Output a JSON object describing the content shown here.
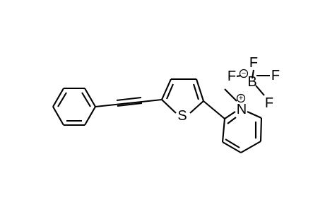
{
  "molecule": {
    "atoms": {
      "sulfur": "S",
      "nitrogen": "N",
      "boron": "B",
      "fluorine_1": "F",
      "fluorine_2": "F",
      "fluorine_3": "F",
      "fluorine_4": "F"
    },
    "charges": {
      "nitrogen": "+",
      "boron": "−"
    }
  }
}
